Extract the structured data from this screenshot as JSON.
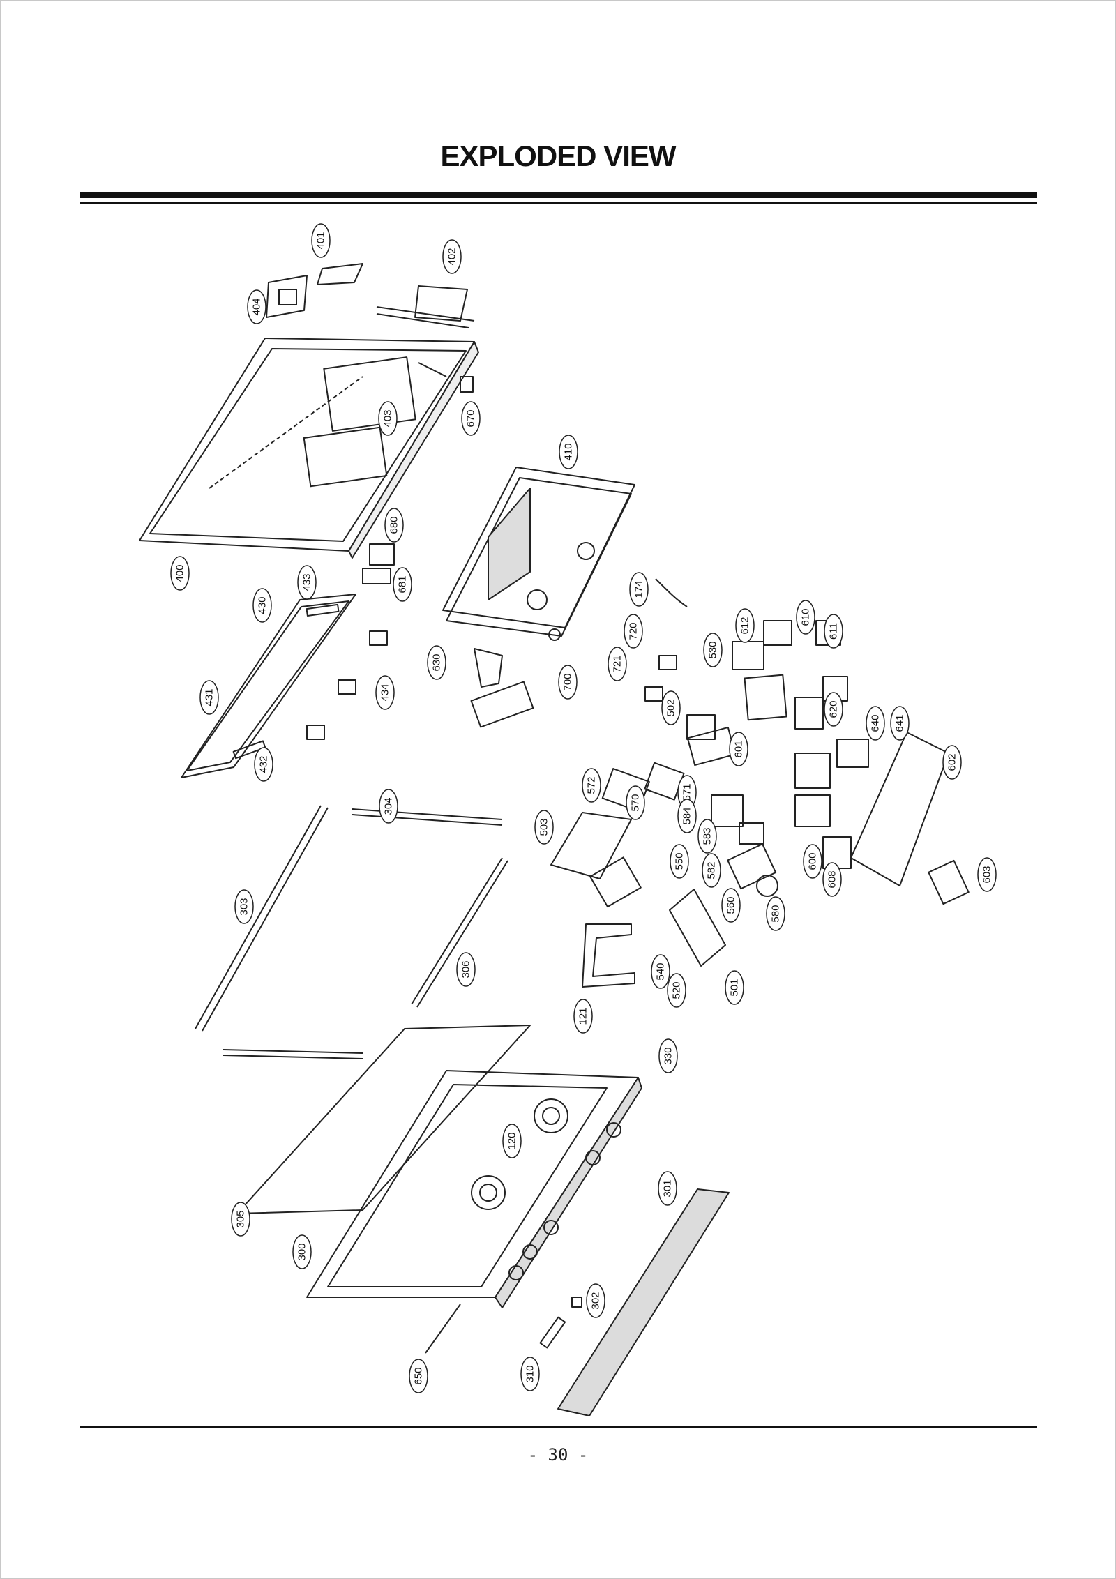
{
  "title": "EXPLODED VIEW",
  "page_number": "- 30 -",
  "callouts": [
    "401",
    "402",
    "404",
    "403",
    "670",
    "400",
    "680",
    "681",
    "410",
    "433",
    "430",
    "174",
    "720",
    "612",
    "610",
    "611",
    "630",
    "530",
    "721",
    "700",
    "620",
    "502",
    "431",
    "434",
    "640",
    "641",
    "601",
    "602",
    "432",
    "572",
    "570",
    "571",
    "304",
    "584",
    "503",
    "583",
    "550",
    "582",
    "600",
    "608",
    "603",
    "303",
    "560",
    "580",
    "306",
    "540",
    "520",
    "501",
    "121",
    "330",
    "120",
    "301",
    "305",
    "300",
    "302",
    "310",
    "650"
  ]
}
